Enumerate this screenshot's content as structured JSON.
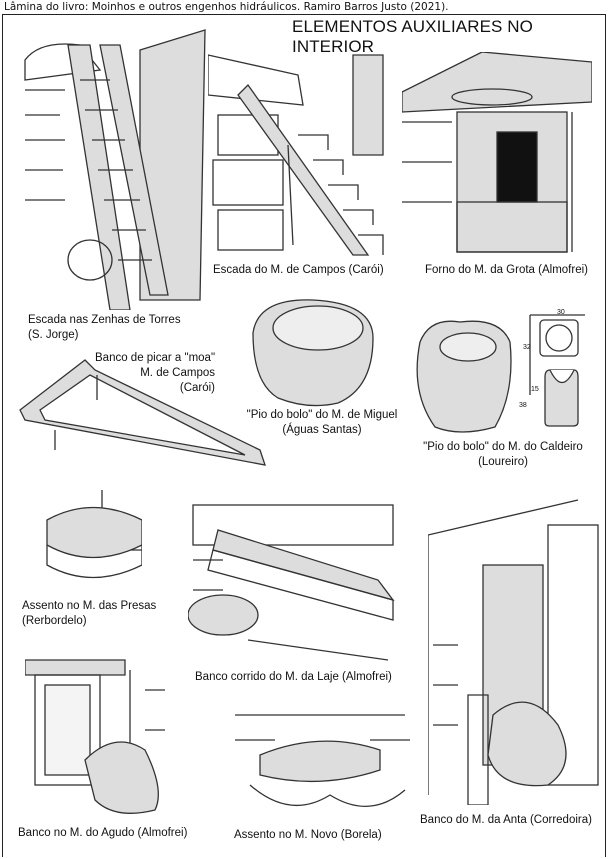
{
  "source_line": "Lâmina do livro: Moinhos e outros engenhos hidráulicos. Ramiro Barros Justo (2021).",
  "title": "ELEMENTOS AUXILIARES NO INTERIOR",
  "captions": {
    "escada_zenhas": [
      "Escada nas Zenhas de Torres",
      "(S. Jorge)"
    ],
    "escada_campos": "Escada do M. de Campos (Carói)",
    "forno_grota": "Forno do M. da Grota (Almofrei)",
    "banco_picar": [
      "Banco de picar a \"moa\"",
      "M. de Campos",
      "(Carói)"
    ],
    "pio_miguel": [
      "\"Pio do bolo\" do M. de Miguel",
      "(Águas Santas)"
    ],
    "pio_caldeiro": [
      "\"Pio do bolo\" do M. do Caldeiro",
      "(Loureiro)"
    ],
    "assento_presas": [
      "Assento no M. das Presas",
      "(Rerbordelo)"
    ],
    "banco_laje": "Banco corrido do M. da Laje (Almofrei)",
    "banco_anta": "Banco do M. da Anta (Corredoira)",
    "banco_agudo": "Banco no M. do Agudo (Almofrei)",
    "assento_novo": "Assento no M. Novo (Borela)"
  },
  "dimensions": {
    "width": "30",
    "height_top": "32",
    "depth": "15",
    "height_side": "38"
  }
}
